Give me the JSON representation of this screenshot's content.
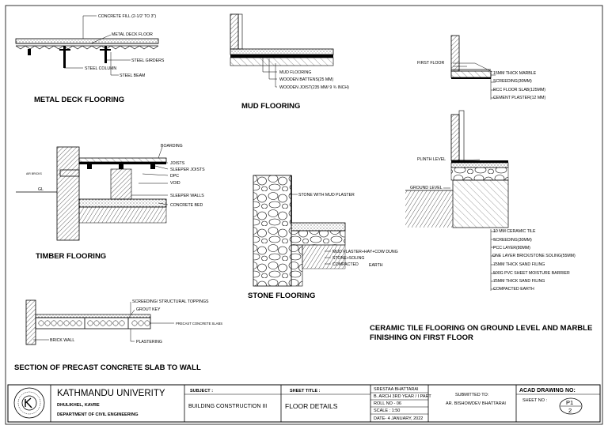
{
  "drawings": {
    "metal_deck": {
      "title": "METAL DECK FLOORING",
      "labels": [
        "CONCRETE FILL (2-1/2' TO 3\")",
        "METAL DECK FLOOR",
        "STEEL GIRDERS",
        "STEEL COLUMN",
        "STEEL BEAM"
      ]
    },
    "mud": {
      "title": "MUD FLOORING",
      "labels": [
        "MUD FLOORING",
        "WOODEN BATTENS(25 MM)",
        "WOODEN JOIST(235 MM/ 9 ¾ INCH)"
      ]
    },
    "timber": {
      "title": "TIMBER  FLOORING",
      "labels": [
        "BOARDING",
        "JOISTS",
        "SLEEPER JOISTS",
        "DPC",
        "VOID",
        "SLEEPER WALLS",
        "CONCRETE BED"
      ],
      "small": [
        "AIR BRICKS",
        "GL"
      ]
    },
    "stone": {
      "title": "STONE FLOORING",
      "labels": [
        "STONE WITH MUD PLASTER",
        "MUD PLASTER+HAY+COW DUNG",
        "STONE+SOLING",
        "COMPACTED",
        "EARTH"
      ]
    },
    "precast": {
      "title": "SECTION OF PRECAST CONCRETE SLAB TO WALL",
      "labels": [
        "SCREEDING/ STRUCTURAL TOPPINGS",
        "GROUT KEY",
        "PRECAST CONCRETE SLABS",
        "BRICK WALL",
        "PLASTERING"
      ]
    },
    "ceramic": {
      "title_line1": "CERAMIC TILE FLOORING ON GROUND LEVEL AND MARBLE",
      "title_line2": "FINISHING ON FIRST FLOOR",
      "levels": [
        "FIRST FLOOR",
        "PLINTH LEVEL",
        "GROUND LEVEL"
      ],
      "upper_labels": [
        "15MM THICK MARBLE",
        "SCREEDING(30MM)",
        "RCC FLOOR SLAB(125MM)",
        "CEMENT PLASTER(12 MM)"
      ],
      "lower_labels": [
        "10 MM CERAMIC TILE",
        "SCREEDING(30MM)",
        "PCC LAYER(80MM)",
        "ONE LAYER BRICK/STONE SOLING(55MM)",
        "75MM THICK SAND FILING",
        "500G PVC SHEET MOISTURE BARRIER",
        "75MM THICK SAND FILING",
        "COMPACTED EARTH"
      ]
    }
  },
  "title_block": {
    "university": "KATHMANDU UNIVERITY",
    "location": "DHULIKHEL, KAVRE",
    "department": "DEPARTMENT OF CIVIL ENGINEERING",
    "subject_label": "SUBJECT :",
    "subject": "BUILDING CONSTRUCTION III",
    "sheet_title_label": "SHEET TITLE :",
    "sheet_title": "FLOOR DETAILS",
    "student": "SRESTAA BHATTARAI",
    "year": "B. ARCH 3RD YEAR / I PART",
    "roll": "ROLL NO - 06",
    "scale": "SCALE : 1:50",
    "date": "DATE- 4 JANUARY, 2022",
    "submitted_to_label": "SUBMITTED TO:",
    "submitted_to": "AR. BISHOWDEV BHATTARAI",
    "drawing_no_label": "ACAD DRAWING NO:",
    "sheet_no_label": "SHEET NO :",
    "sheet_code": "P1",
    "sheet_number": "2"
  }
}
